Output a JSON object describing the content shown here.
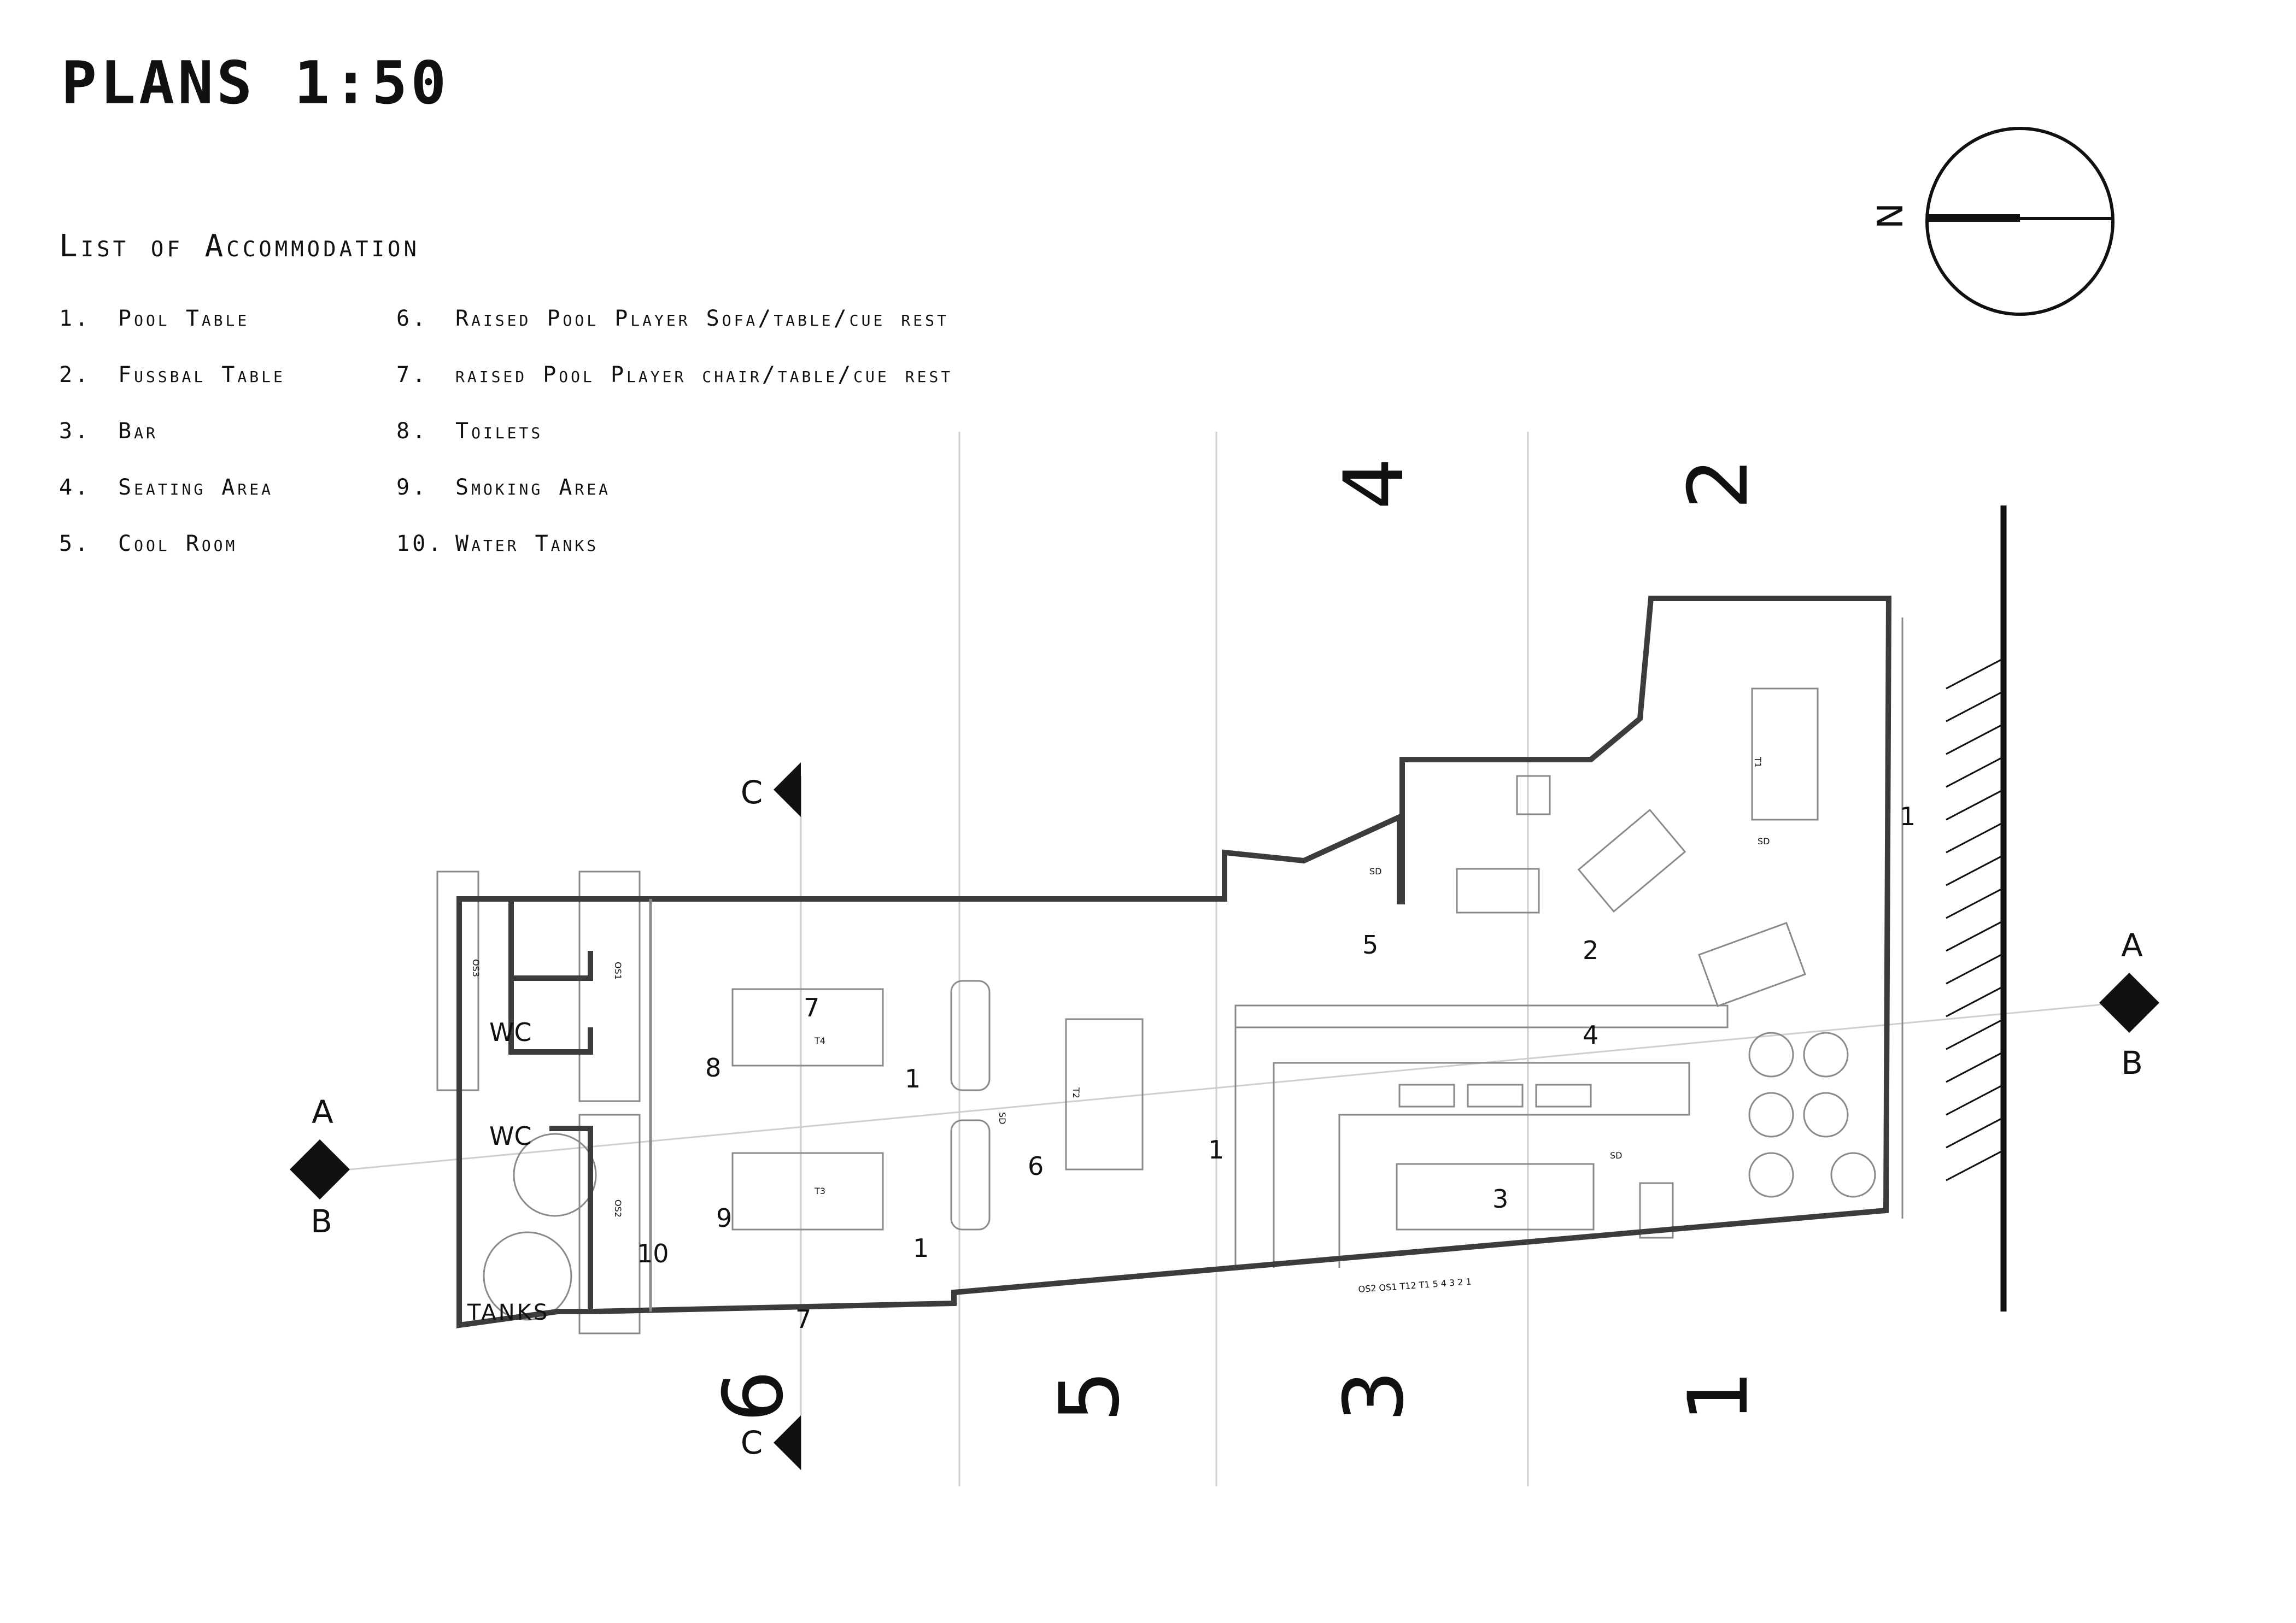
{
  "title": "PLANS 1:50",
  "legend": {
    "heading": "List of Accommodation",
    "items": [
      {
        "num": "1.",
        "label": "Pool Table"
      },
      {
        "num": "2.",
        "label": "Fussbal Table"
      },
      {
        "num": "3.",
        "label": "Bar"
      },
      {
        "num": "4.",
        "label": "Seating Area"
      },
      {
        "num": "5.",
        "label": "Cool Room"
      },
      {
        "num": "6.",
        "label": "Raised Pool Player Sofa/table/cue rest"
      },
      {
        "num": "7.",
        "label": "raised Pool Player chair/table/cue rest"
      },
      {
        "num": "8.",
        "label": "Toilets"
      },
      {
        "num": "9.",
        "label": "Smoking Area"
      },
      {
        "num": "10.",
        "label": "Water Tanks"
      }
    ]
  },
  "north_arrow": {
    "label": "N"
  },
  "section_markers": {
    "a_top": "A",
    "a_bottom": "B",
    "c_top": "C",
    "c_bottom": "C"
  },
  "grid_lines": {
    "top": [
      "4",
      "2"
    ],
    "bottom": [
      "6",
      "5",
      "3",
      "1"
    ]
  },
  "room_labels": {
    "wc_upper": "WC",
    "wc_lower": "WC",
    "tanks": "TANKS"
  },
  "plan_numbers": {
    "n7_top": "7",
    "n8": "8",
    "n9": "9",
    "n10": "10",
    "n7_bottom": "7",
    "n1_left_top": "1",
    "n1_left_bottom": "1",
    "n6": "6",
    "n1_mid": "1",
    "n5": "5",
    "n2": "2",
    "n4": "4",
    "n3": "3",
    "n1_entry": "1"
  },
  "small_labels": {
    "t1": "T1",
    "t2": "T2",
    "t3": "T3",
    "t4": "T4",
    "os1": "OS1",
    "os2": "OS2",
    "os3": "OS3",
    "sd1": "SD",
    "sd2": "SD",
    "sd3": "SD",
    "sd4": "SD",
    "bar_key": "OS2  OS1  T12  T1  5  4  3  2  1"
  }
}
